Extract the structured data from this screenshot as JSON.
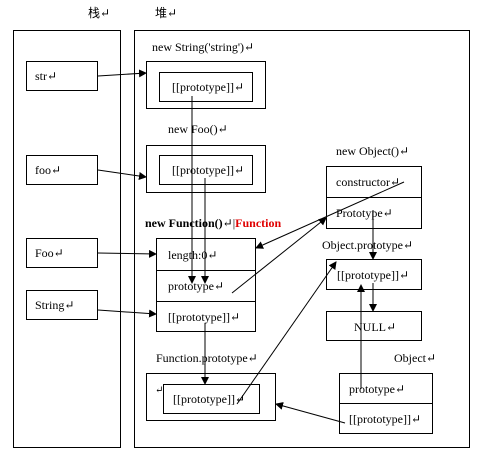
{
  "headers": {
    "stack": "栈↵",
    "heap": "堆↵"
  },
  "stack_items": {
    "str": "str↵",
    "foo": "foo↵",
    "Foo": "Foo↵",
    "String": "String↵"
  },
  "heap": {
    "new_string": {
      "title": "new String('string')↵",
      "proto": "[[prototype]]↵"
    },
    "new_foo": {
      "title": "new Foo()↵",
      "proto": "[[prototype]]↵"
    },
    "new_object": {
      "title": "new Object()↵",
      "constructor": "constructor↵",
      "prototype": "Prototype↵"
    },
    "new_function": {
      "title_black": "new Function()",
      "title_sep": "↵|",
      "title_red": "Function",
      "length": "length:0↵",
      "prototype": "prototype↵",
      "proto": "[[prototype]]↵"
    },
    "object_prototype": {
      "title": "Object.prototype↵",
      "proto": "[[prototype]]↵",
      "null": "NULL↵"
    },
    "function_prototype": {
      "title": "Function.prototype↵",
      "arrow_mark": "↵",
      "proto": "[[prototype]]↵"
    },
    "object": {
      "title": "Object↵",
      "prototype": "prototype↵",
      "proto": "[[prototype]]↵"
    }
  }
}
